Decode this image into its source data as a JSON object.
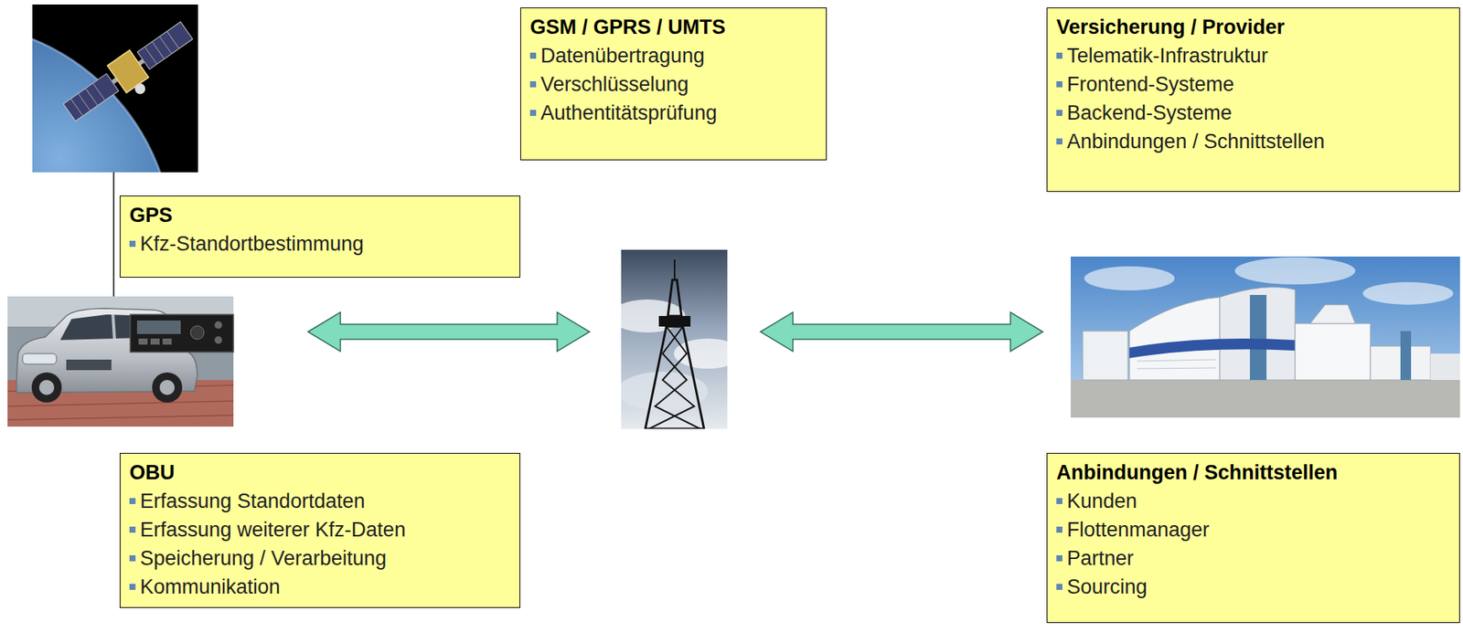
{
  "diagram": {
    "nodes": [
      {
        "text": [
          "GSM / GPRS / UMTS",
          "Datenübertragung",
          "Verschlüsselung",
          "Authentitätsprüfung"
        ]
      },
      {
        "text": [
          "Versicherung / Provider",
          "Telematik-Infrastruktur",
          "Frontend-Systeme",
          "Backend-Systeme",
          "Anbindungen / Schnittstellen"
        ]
      },
      {
        "text": [
          "GPS",
          "Kfz-Standortbestimmung"
        ]
      },
      {
        "text": [
          "OBU",
          "Erfassung Standortdaten",
          "Erfassung weiterer Kfz-Daten",
          "Speicherung / Verarbeitung",
          "Kommunikation"
        ]
      },
      {
        "text": [
          "Anbindungen / Schnittstellen",
          "Kunden",
          "Flottenmanager",
          "Partner",
          "Sourcing"
        ]
      }
    ]
  }
}
